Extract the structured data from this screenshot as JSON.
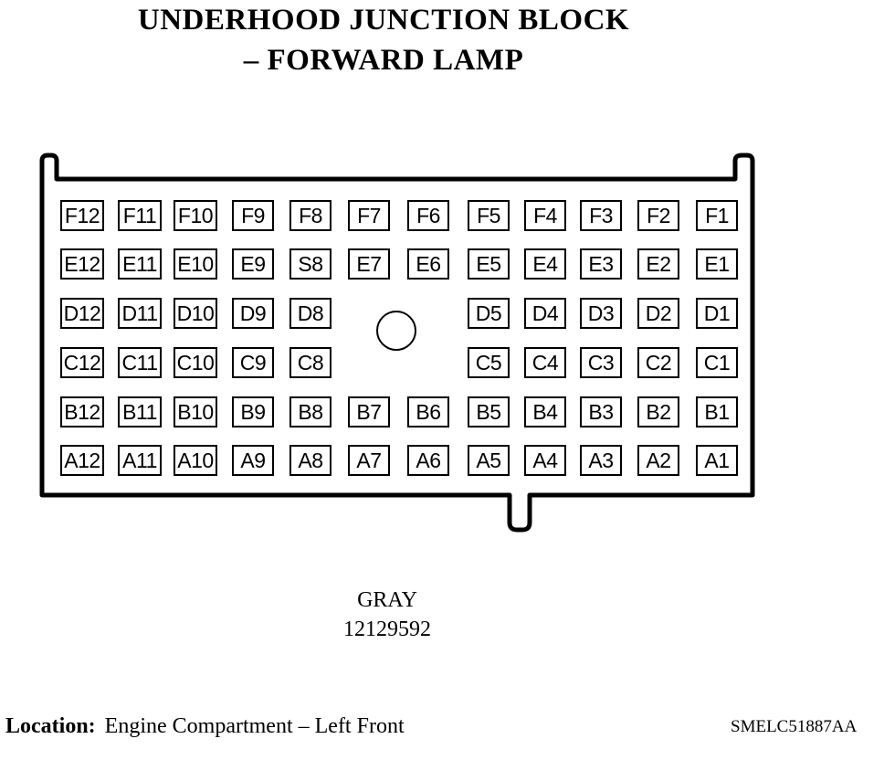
{
  "title": {
    "line1": "UNDERHOOD JUNCTION BLOCK",
    "line2": "– FORWARD LAMP"
  },
  "connector": {
    "rows": [
      [
        "F12",
        "F11",
        "F10",
        "F9",
        "F8",
        "F7",
        "F6",
        "F5",
        "F4",
        "F3",
        "F2",
        "F1"
      ],
      [
        "E12",
        "E11",
        "E10",
        "E9",
        "S8",
        "E7",
        "E6",
        "E5",
        "E4",
        "E3",
        "E2",
        "E1"
      ],
      [
        "D12",
        "D11",
        "D10",
        "D9",
        "D8",
        "",
        "",
        "D5",
        "D4",
        "D3",
        "D2",
        "D1"
      ],
      [
        "C12",
        "C11",
        "C10",
        "C9",
        "C8",
        "",
        "",
        "C5",
        "C4",
        "C3",
        "C2",
        "C1"
      ],
      [
        "B12",
        "B11",
        "B10",
        "B9",
        "B8",
        "B7",
        "B6",
        "B5",
        "B4",
        "B3",
        "B2",
        "B1"
      ],
      [
        "A12",
        "A11",
        "A10",
        "A9",
        "A8",
        "A7",
        "A6",
        "A5",
        "A4",
        "A3",
        "A2",
        "A1"
      ]
    ],
    "color": "GRAY",
    "part_number": "12129592"
  },
  "location": {
    "label": "Location:",
    "value": "Engine Compartment – Left Front"
  },
  "reference_code": "SMELC51887AA"
}
